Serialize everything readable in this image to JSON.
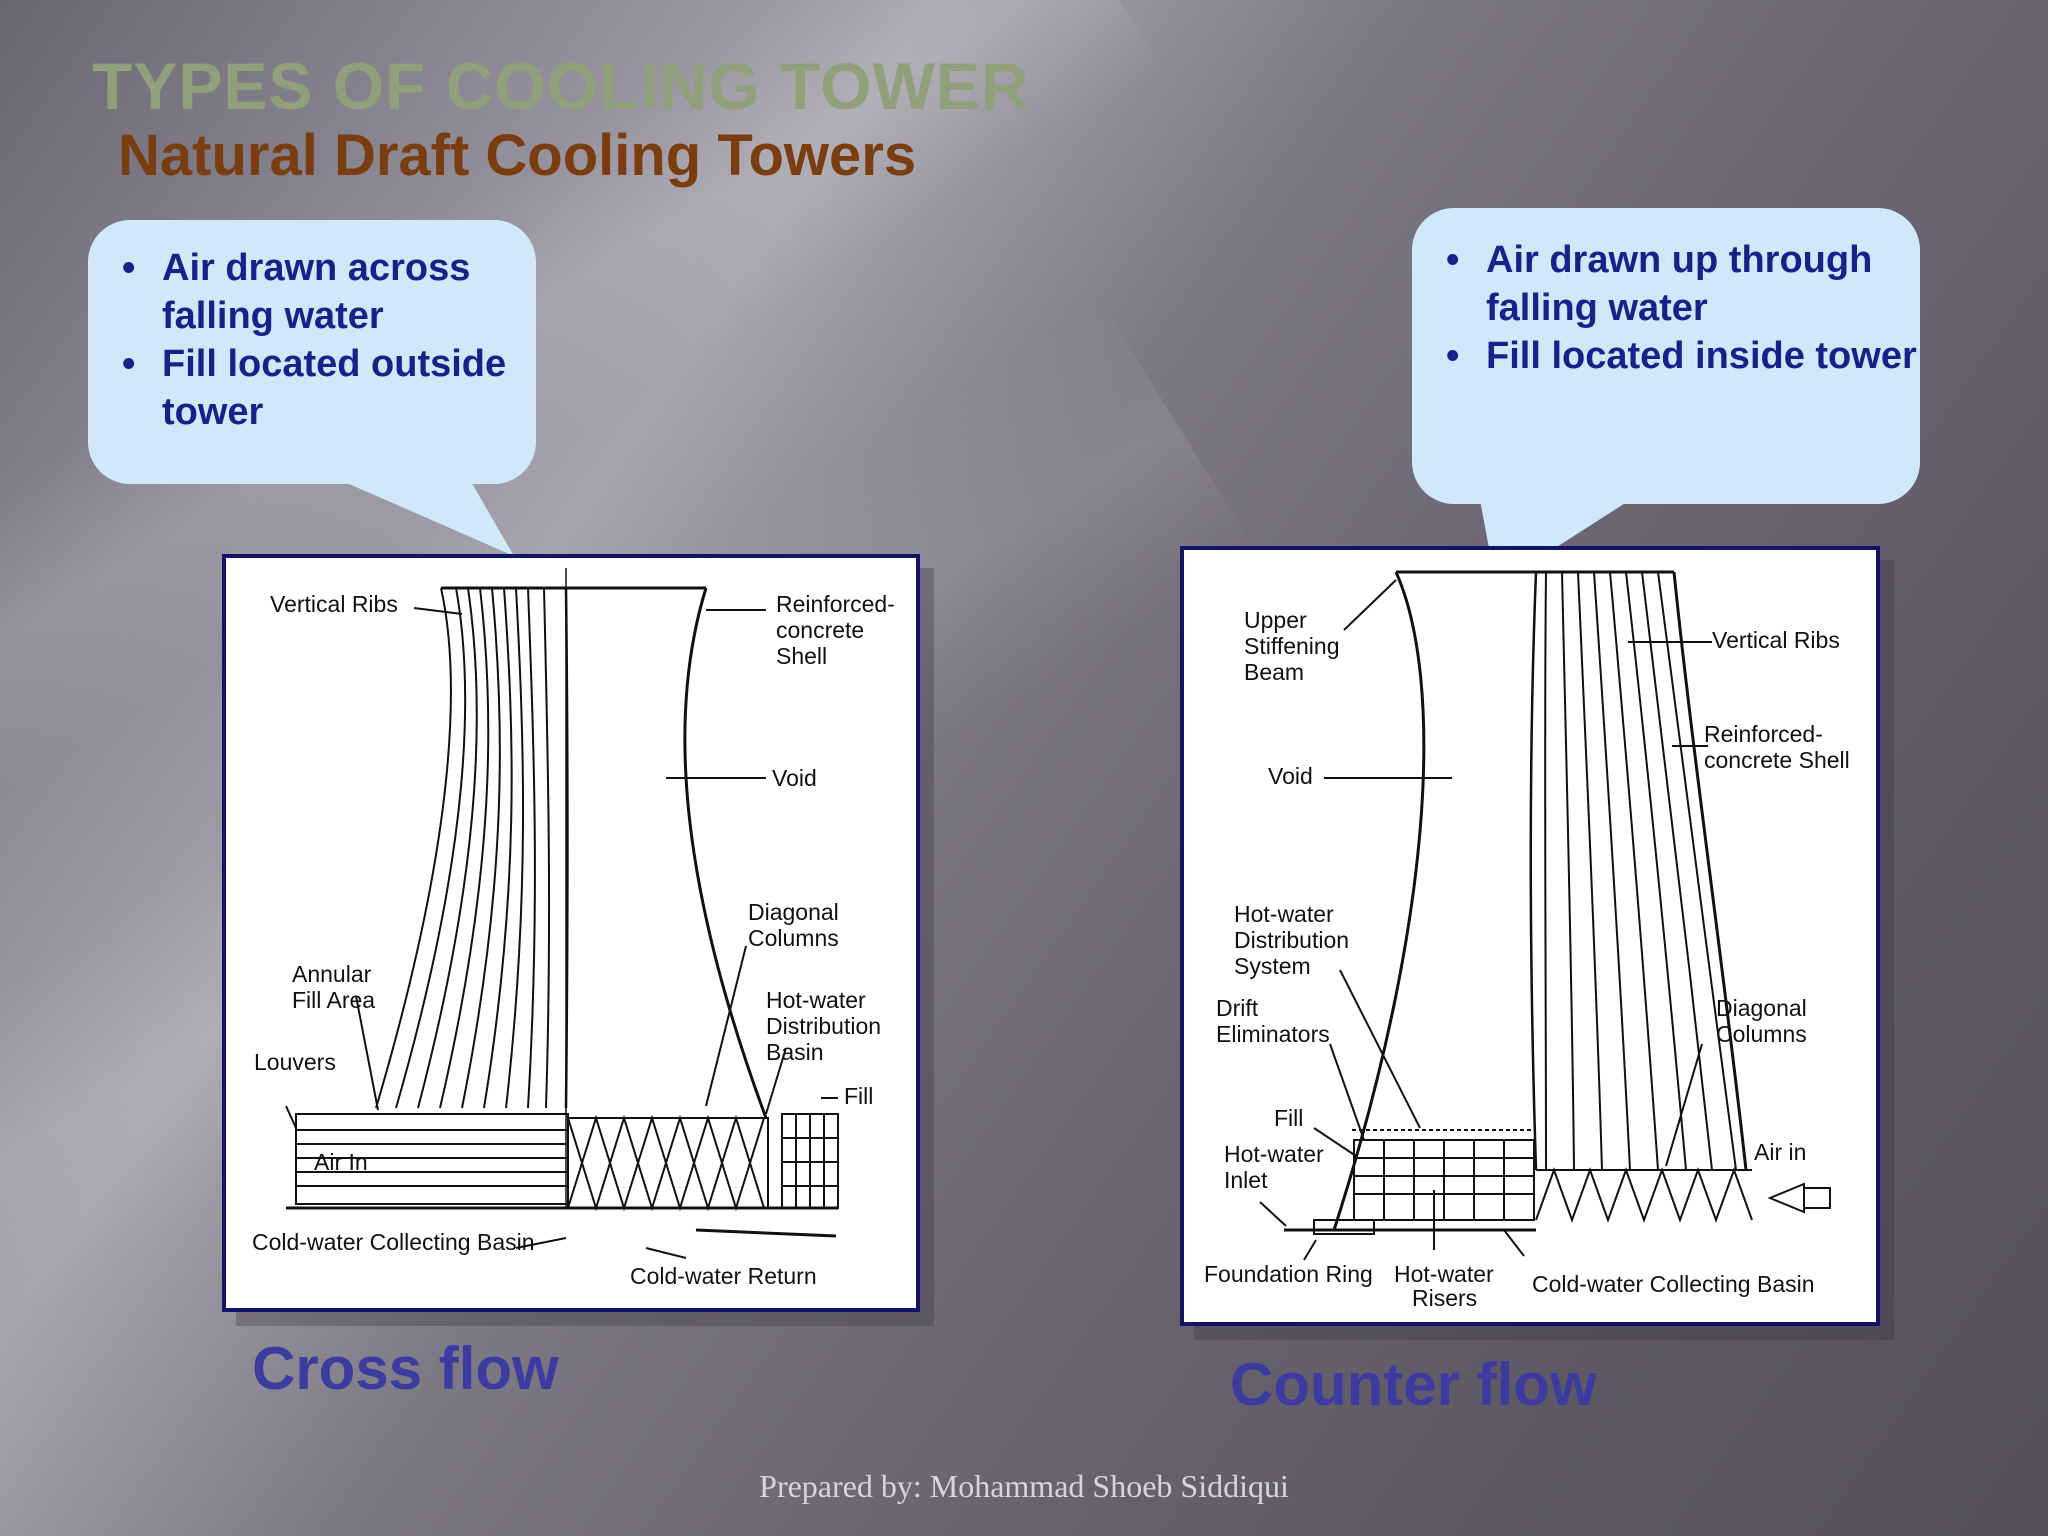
{
  "slide": {
    "heading": "TYPES OF COOLING TOWER",
    "subheading": "Natural Draft Cooling Towers",
    "footer": "Prepared by: Mohammad Shoeb Siddiqui"
  },
  "crossflow": {
    "callout": [
      "Air drawn across falling water",
      "Fill located outside tower"
    ],
    "caption": "Cross flow",
    "labels": {
      "vertical_ribs": "Vertical Ribs",
      "shell": [
        "Reinforced-",
        "concrete",
        "Shell"
      ],
      "void": "Void",
      "diagonal_columns": [
        "Diagonal",
        "Columns"
      ],
      "annular_fill": [
        "Annular",
        "Fill Area"
      ],
      "hot_water_basin": [
        "Hot-water",
        "Distribution",
        "Basin"
      ],
      "louvers": "Louvers",
      "fill": "Fill",
      "air_in": "Air In",
      "cold_basin": "Cold-water Collecting Basin",
      "cold_return": "Cold-water Return"
    }
  },
  "counterflow": {
    "callout": [
      "Air drawn up through falling water",
      "Fill located inside tower"
    ],
    "caption": "Counter flow",
    "labels": {
      "upper_beam": [
        "Upper",
        "Stiffening",
        "Beam"
      ],
      "vertical_ribs": "Vertical Ribs",
      "shell": [
        "Reinforced-",
        "concrete Shell"
      ],
      "void": "Void",
      "hot_water_system": [
        "Hot-water",
        "Distribution",
        "System"
      ],
      "drift_eliminators": [
        "Drift",
        "Eliminators"
      ],
      "diagonal_columns": [
        "Diagonal",
        "Columns"
      ],
      "fill": "Fill",
      "hot_water_inlet": [
        "Hot-water",
        "Inlet"
      ],
      "air_in": "Air in",
      "foundation_ring": "Foundation Ring",
      "risers": [
        "Hot-water",
        "Risers"
      ],
      "cold_basin": "Cold-water Collecting Basin"
    }
  }
}
